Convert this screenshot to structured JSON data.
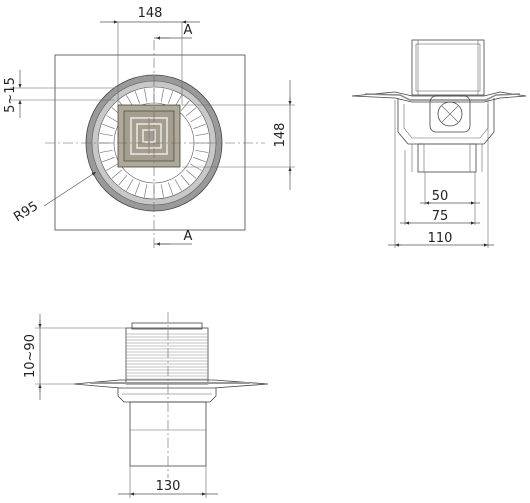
{
  "top_view": {
    "dim_width": "148",
    "dim_height": "148",
    "dim_range": "5~15",
    "dim_radius": "R95",
    "section_mark_top": "A",
    "section_mark_bottom": "A"
  },
  "section_view": {
    "dim_inner": "50",
    "dim_mid": "75",
    "dim_outer": "110"
  },
  "side_view": {
    "dim_height_range": "10~90",
    "dim_outlet": "130"
  }
}
